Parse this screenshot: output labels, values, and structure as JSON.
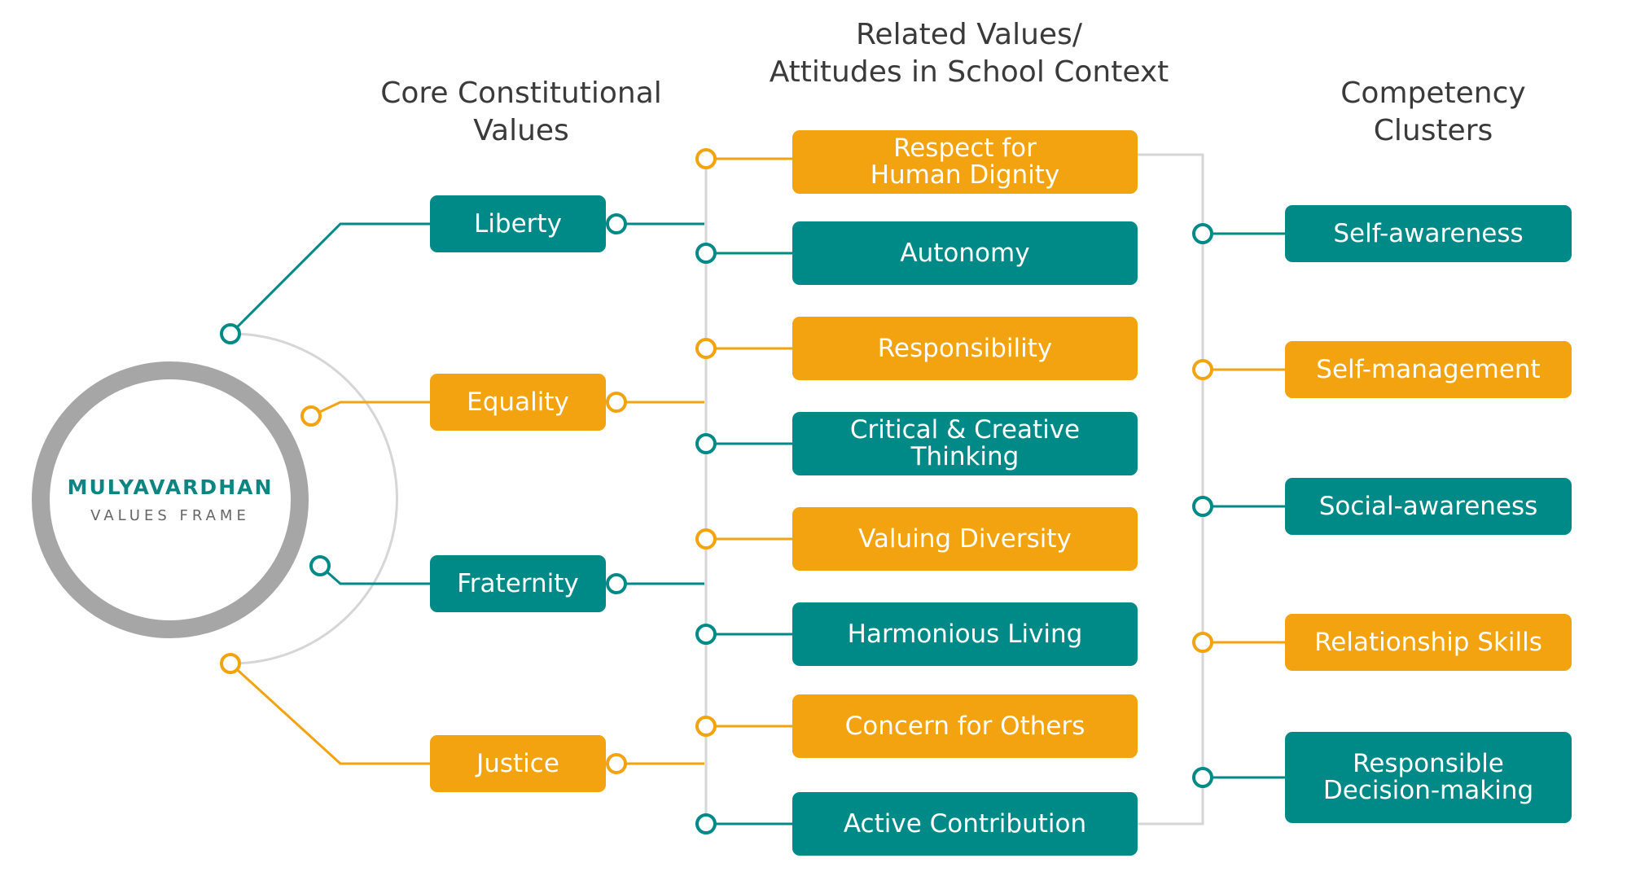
{
  "center": {
    "title": "MULYAVARDHAN",
    "subtitle": "VALUES FRAME"
  },
  "headings": {
    "core": "Core Constitutional\nValues",
    "related": "Related Values/\nAttitudes in School Context",
    "competency": "Competency\nClusters"
  },
  "core_values": [
    {
      "label": "Liberty",
      "color": "teal"
    },
    {
      "label": "Equality",
      "color": "orange"
    },
    {
      "label": "Fraternity",
      "color": "teal"
    },
    {
      "label": "Justice",
      "color": "orange"
    }
  ],
  "related_values": [
    {
      "label": "Respect for\nHuman Dignity",
      "color": "orange"
    },
    {
      "label": "Autonomy",
      "color": "teal"
    },
    {
      "label": "Responsibility",
      "color": "orange"
    },
    {
      "label": "Critical & Creative\nThinking",
      "color": "teal"
    },
    {
      "label": "Valuing Diversity",
      "color": "orange"
    },
    {
      "label": "Harmonious Living",
      "color": "teal"
    },
    {
      "label": "Concern for Others",
      "color": "orange"
    },
    {
      "label": "Active Contribution",
      "color": "teal"
    }
  ],
  "competencies": [
    {
      "label": "Self-awareness",
      "color": "teal"
    },
    {
      "label": "Self-management",
      "color": "orange"
    },
    {
      "label": "Social-awareness",
      "color": "teal"
    },
    {
      "label": "Relationship Skills",
      "color": "orange"
    },
    {
      "label": "Responsible\nDecision-making",
      "color": "teal"
    }
  ],
  "colors": {
    "teal": "#008a87",
    "orange": "#f3a30f",
    "gray": "#a6a6a6",
    "connector": "#d6d6d6"
  }
}
